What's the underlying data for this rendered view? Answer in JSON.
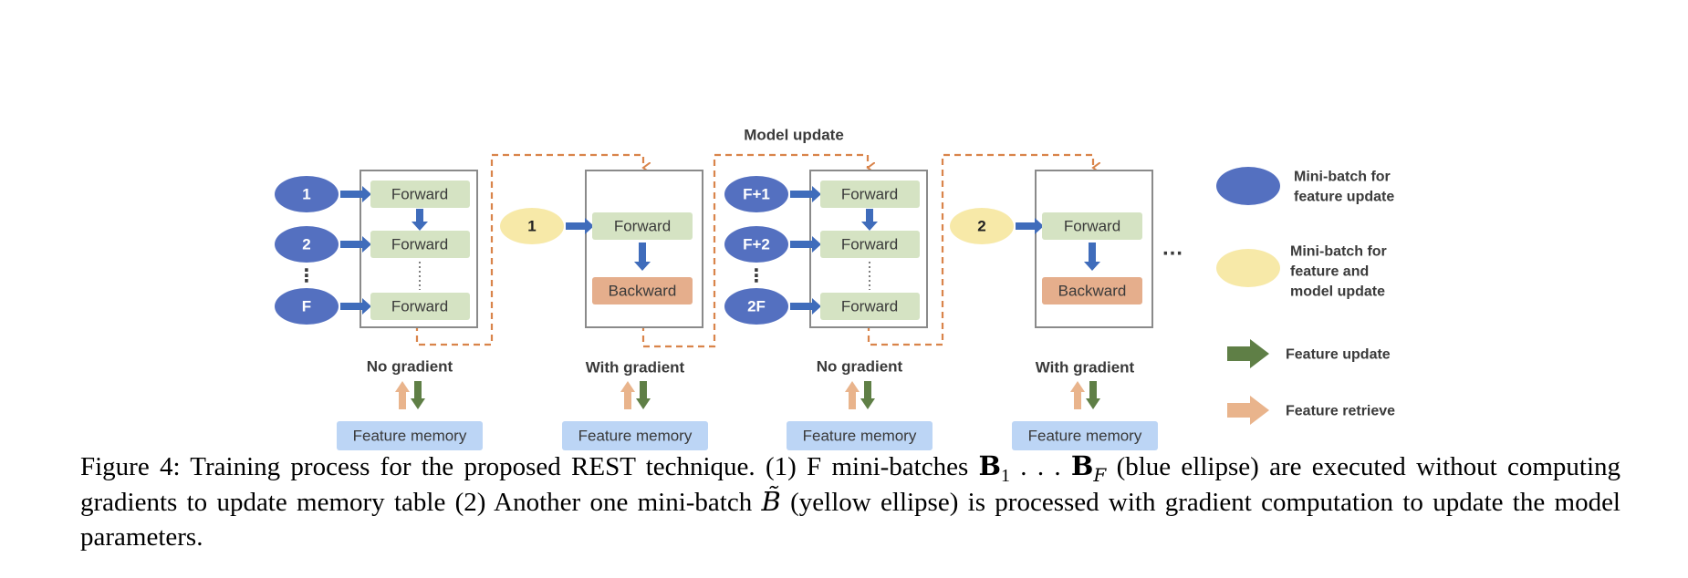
{
  "diagram": {
    "model_update_label": "Model update",
    "forward_label": "Forward",
    "backward_label": "Backward",
    "no_gradient_label": "No gradient",
    "with_gradient_label": "With gradient",
    "feature_memory_label": "Feature memory",
    "ellipsis": "…",
    "colors": {
      "blue_ellipse": "#5470c0",
      "yellow_ellipse": "#f7e9a8",
      "forward_box": "#d5e3c3",
      "backward_box": "#e5ae8c",
      "memory_box": "#bcd5f5",
      "orange_dashed": "#d9844a",
      "blue_arrow": "#3f6cbb",
      "green_arrow": "#5f7f46",
      "peach_arrow": "#e9b48c",
      "frame": "#8a8a8a"
    },
    "stages": [
      {
        "type": "no-grad",
        "batches": [
          "1",
          "2",
          "F"
        ]
      },
      {
        "type": "with-grad",
        "batch": "1"
      },
      {
        "type": "no-grad",
        "batches": [
          "F+1",
          "F+2",
          "2F"
        ]
      },
      {
        "type": "with-grad",
        "batch": "2"
      }
    ]
  },
  "legend": [
    {
      "icon": "blue-ellipse",
      "lines": [
        "Mini-batch for",
        "feature update"
      ]
    },
    {
      "icon": "yellow-ellipse",
      "lines": [
        "Mini-batch for",
        "feature and",
        "model update"
      ]
    },
    {
      "icon": "green-arrow",
      "lines": [
        "Feature update"
      ]
    },
    {
      "icon": "peach-arrow",
      "lines": [
        "Feature retrieve"
      ]
    }
  ],
  "caption": {
    "part1": "Figure 4: Training process for the proposed REST technique. (1) F mini-batches ",
    "b1_symbol": "B",
    "b1_sub": "1",
    "dots": " . . . ",
    "bf_symbol": "B",
    "bf_sub": "F",
    "part2": " (blue ellipse) are executed without computing gradients to update memory table (2) Another one mini-batch ",
    "btilde_symbol": "B̃",
    "part3": " (yellow ellipse) is processed with gradient computation to update the model parameters."
  }
}
